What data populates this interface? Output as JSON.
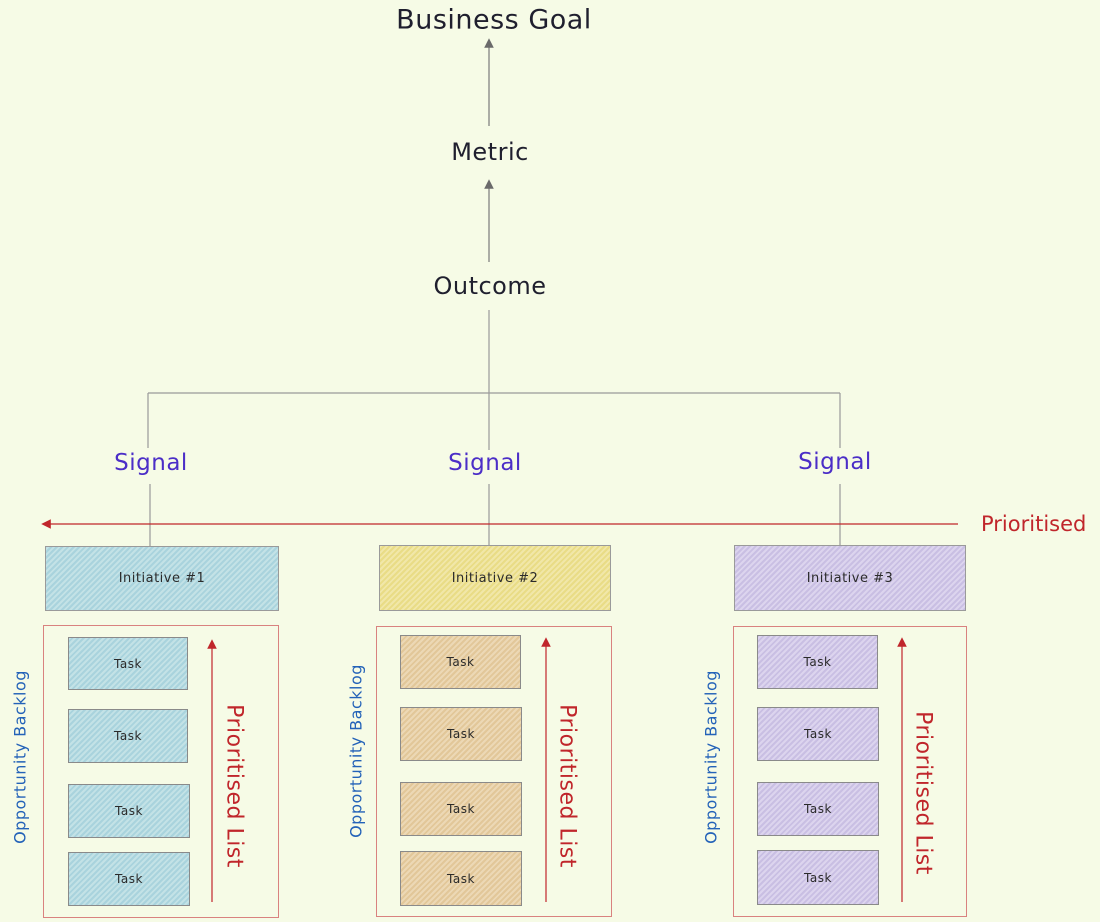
{
  "top": {
    "goal": "Business Goal",
    "metric": "Metric",
    "outcome": "Outcome"
  },
  "prioritised_label": "Prioritised",
  "columns": [
    {
      "signal": "Signal",
      "initiative": "Initiative #1",
      "backlog_label": "Opportunity Backlog",
      "list_label": "Prioritised List",
      "tasks": [
        "Task",
        "Task",
        "Task",
        "Task"
      ]
    },
    {
      "signal": "Signal",
      "initiative": "Initiative #2",
      "backlog_label": "Opportunity Backlog",
      "list_label": "Prioritised List",
      "tasks": [
        "Task",
        "Task",
        "Task",
        "Task"
      ]
    },
    {
      "signal": "Signal",
      "initiative": "Initiative #3",
      "backlog_label": "Opportunity Backlog",
      "list_label": "Prioritised List",
      "tasks": [
        "Task",
        "Task",
        "Task",
        "Task"
      ]
    }
  ],
  "colors": {
    "background": "#f6fbe6",
    "signal": "#4b2ec7",
    "prioritised": "#c0262b",
    "backlog": "#2362b8"
  }
}
